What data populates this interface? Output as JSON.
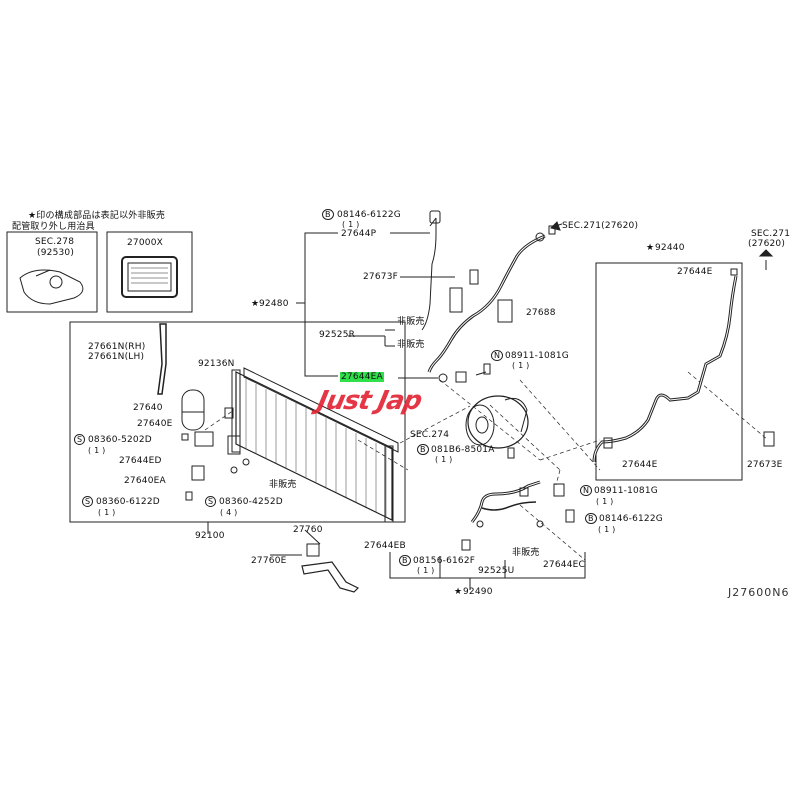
{
  "notes": {
    "legend": "★印の構成部品は表記以外非販売",
    "tool_box_title": "配管取り外し用治具",
    "not_for_sale": "非販売"
  },
  "labels": {
    "sec278": "SEC.278",
    "sec278_ref": "(92530)",
    "part_27000x": "27000X",
    "b08146_top": "08146-6122G",
    "b08146_top_qty": "( 1 )",
    "p27644p": "27644P",
    "sec271_top": "SEC.271(27620)",
    "p27673f": "27673F",
    "asm92480": "92480",
    "p92525r": "92525R",
    "p27688": "27688",
    "p27644ea_hl": "27644EA",
    "n08911_top": "08911-1081G",
    "n08911_top_qty": "( 1 )",
    "asm92440": "92440",
    "p27644e_top": "27644E",
    "sec271_right": "SEC.271",
    "sec271_right_ref": "(27620)",
    "p27661n_rh": "27661N(RH)",
    "p27661n_lh": "27661N(LH)",
    "p92136n": "92136N",
    "p27640": "27640",
    "p27640e": "27640E",
    "s08360_5202d": "08360-5202D",
    "s08360_5202d_qty": "( 1 )",
    "p27644ed": "27644ED",
    "p27640ea": "27640EA",
    "s08360_6122d": "08360-6122D",
    "s08360_6122d_qty": "( 1 )",
    "s08360_4252d": "08360-4252D",
    "s08360_4252d_qty": "( 4 )",
    "asm92100": "92100",
    "sec274": "SEC.274",
    "b081b6_8501a": "081B6-8501A",
    "b081b6_8501a_qty": "( 1 )",
    "p27644e_bottom": "27644E",
    "p27673e": "27673E",
    "n08911_bottom": "08911-1081G",
    "n08911_bottom_qty": "( 1 )",
    "b08146_bottom": "08146-6122G",
    "b08146_bottom_qty": "( 1 )",
    "p27760": "27760",
    "p27760e": "27760E",
    "p27644eb": "27644EB",
    "b08156_6162f": "08156-6162F",
    "b08156_6162f_qty": "( 1 )",
    "p92525u": "92525U",
    "p27644ec": "27644EC",
    "asm92490": "92490",
    "drawing_id": "J27600N6"
  },
  "symbols": {
    "star": "★",
    "bolt_b": "B",
    "screw_s": "S",
    "nut_n": "N"
  },
  "watermark": "Just Jap",
  "colors": {
    "highlight": "#2fe04a",
    "watermark": "#e32636",
    "line": "#222222"
  }
}
